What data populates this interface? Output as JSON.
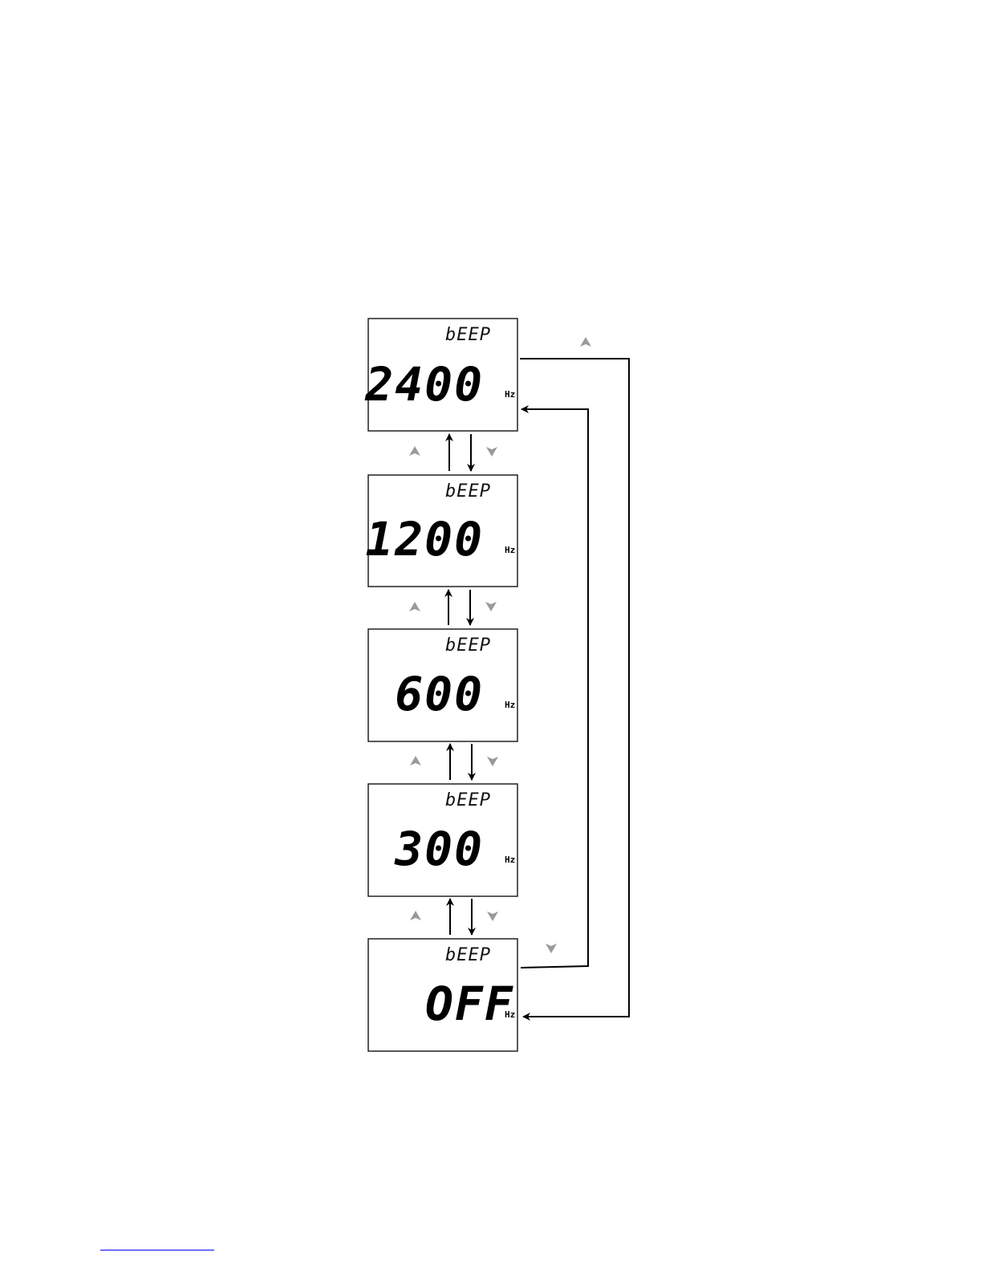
{
  "displays": [
    {
      "label": "bEEP",
      "value": "2400",
      "unit": "Hz"
    },
    {
      "label": "bEEP",
      "value": "1200",
      "unit": "Hz"
    },
    {
      "label": "bEEP",
      "value": "600",
      "unit": "Hz"
    },
    {
      "label": "bEEP",
      "value": "300",
      "unit": "Hz"
    },
    {
      "label": "bEEP",
      "value": "OFF",
      "unit": "Hz"
    }
  ],
  "keys": {
    "up": "up-key-icon",
    "down": "down-key-icon",
    "up_color": "#9a9a9a",
    "down_color": "#9a9a9a"
  },
  "transitions": [
    {
      "from": "2400",
      "to": "1200",
      "key": "down"
    },
    {
      "from": "1200",
      "to": "2400",
      "key": "up"
    },
    {
      "from": "1200",
      "to": "600",
      "key": "down"
    },
    {
      "from": "600",
      "to": "1200",
      "key": "up"
    },
    {
      "from": "600",
      "to": "300",
      "key": "down"
    },
    {
      "from": "300",
      "to": "600",
      "key": "up"
    },
    {
      "from": "300",
      "to": "OFF",
      "key": "down"
    },
    {
      "from": "OFF",
      "to": "300",
      "key": "up"
    },
    {
      "from": "OFF",
      "to": "2400",
      "key": "down"
    },
    {
      "from": "2400",
      "to": "OFF",
      "key": "up"
    }
  ]
}
